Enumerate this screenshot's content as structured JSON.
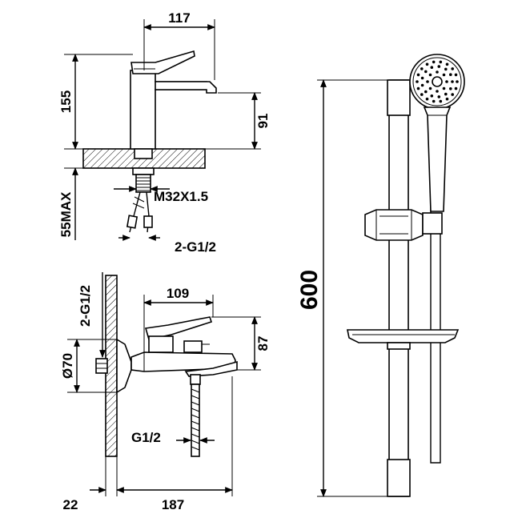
{
  "basin_mixer": {
    "width_label": "117",
    "height_label": "155",
    "spout_height_label": "91",
    "thread_label": "M32X1.5",
    "max_deck_label": "55MAX",
    "hose_label": "2-G1/2"
  },
  "bath_mixer": {
    "projection_label": "109",
    "height_label": "87",
    "inlet_label": "2-G1/2",
    "flange_label": "Ø70",
    "outlet_label": "G1/2",
    "wall_label": "22",
    "depth_label": "187"
  },
  "shower_rail": {
    "length_label": "600"
  },
  "colors": {
    "line": "#000000",
    "hatch": "#000000",
    "background": "#ffffff"
  }
}
